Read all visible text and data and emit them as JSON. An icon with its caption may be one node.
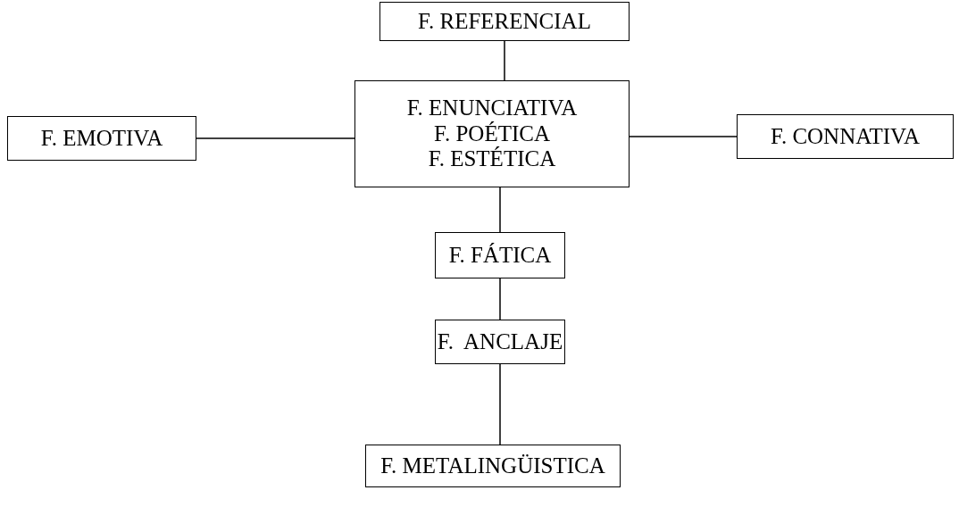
{
  "diagram": {
    "nodes": [
      {
        "text": [
          "F. REFERENCIAL"
        ]
      },
      {
        "text": [
          "F. EMOTIVA"
        ]
      },
      {
        "text": [
          "F. ENUNCIATIVA",
          "F. POÉTICA",
          "F. ESTÉTICA"
        ]
      },
      {
        "text": [
          "F. CONNATIVA"
        ]
      },
      {
        "text": [
          "F. FÁTICA"
        ]
      },
      {
        "text": [
          "F.  ANCLAJE"
        ]
      },
      {
        "text": [
          "F. METALINGÜISTICA"
        ]
      }
    ],
    "edges": [
      {
        "from": 0,
        "to": 2,
        "arrow": "none"
      },
      {
        "from": 1,
        "to": 2,
        "arrow": "none"
      },
      {
        "from": 2,
        "to": 3,
        "arrow": "none"
      },
      {
        "from": 2,
        "to": 4,
        "arrow": "none"
      },
      {
        "from": 4,
        "to": 5,
        "arrow": "none"
      },
      {
        "from": 5,
        "to": 6,
        "arrow": "none"
      }
    ]
  }
}
